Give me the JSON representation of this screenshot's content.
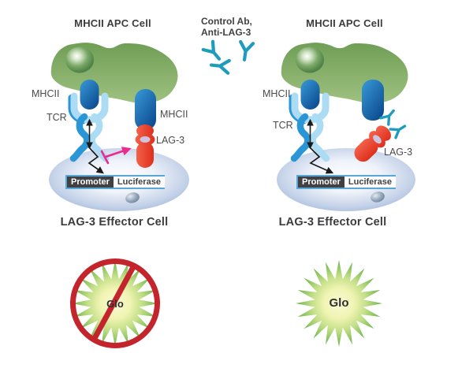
{
  "colors": {
    "apc_green_top": "#6f9e55",
    "apc_green_bottom": "#9fc180",
    "nucleus_green": "#4d8046",
    "receptor_blue_dark": "#0b4a90",
    "receptor_blue_light": "#3a9ad8",
    "tcr_light_blue": "#abdcf4",
    "tcr_mid_blue": "#2a96d6",
    "lag3_red": "#e8402e",
    "lag3_ring_hole": "#cbc5e0",
    "inhibition_pink": "#ec2a90",
    "antibody_teal": "#1d9cbd",
    "effector_edge_blue": "#a2b7d9",
    "promoter_bg": "#414042",
    "promoter_text": "#ffffff",
    "luciferase_bg": "#ffffff",
    "luciferase_text": "#414042",
    "box_border_blue": "#57a7d9",
    "glow_green": "#66b349",
    "glow_center": "#f8fad4",
    "prohibited_red": "#c4242b",
    "signal_arrow_black": "#1a1a1a",
    "text_dark": "#3c3c3e"
  },
  "left_panel": {
    "apc_cell_label": "MHCII APC Cell",
    "mhcii_label": "MHCII",
    "tcr_label": "TCR",
    "mhcii2_label": "MHCII",
    "lag3_label": "LAG-3",
    "promoter_label": "Promoter",
    "luciferase_label": "Luciferase",
    "effector_cell_label": "LAG-3 Effector Cell",
    "glow_label": "Glo",
    "luminescence_blocked": true
  },
  "right_panel": {
    "apc_cell_label": "MHCII APC Cell",
    "mhcii_label": "MHCII",
    "tcr_label": "TCR",
    "lag3_label": "LAG-3",
    "promoter_label": "Promoter",
    "luciferase_label": "Luciferase",
    "effector_cell_label": "LAG-3 Effector Cell",
    "glow_label": "Glo",
    "luminescence_blocked": false
  },
  "annotation": {
    "line1": "Control Ab,",
    "line2": "Anti-LAG-3"
  },
  "icons": {
    "antibody": "antibody-icon",
    "no_symbol": "no-symbol-icon",
    "starburst": "glow-starburst-icon",
    "inhibition": "inhibition-tbar-icon",
    "signal": "signal-zigzag-arrow-icon"
  }
}
